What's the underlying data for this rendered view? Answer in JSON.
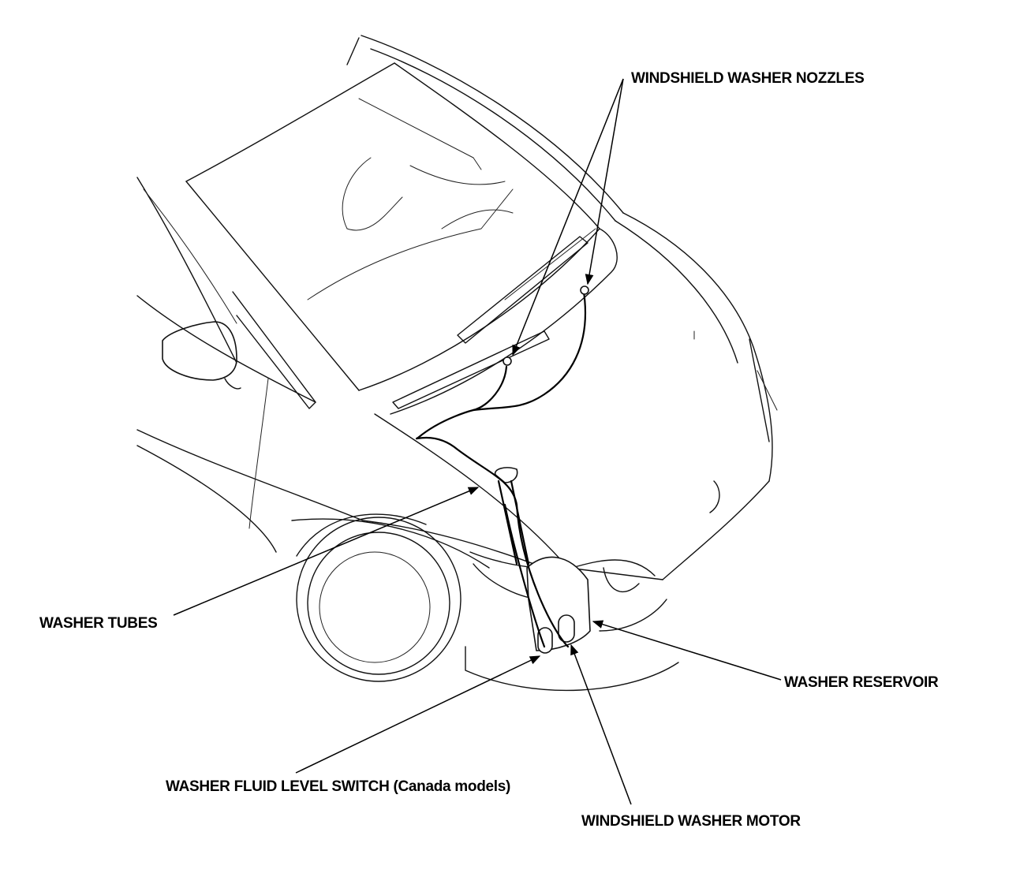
{
  "labels": {
    "nozzles": "WINDSHIELD WASHER NOZZLES",
    "tubes": "WASHER TUBES",
    "reservoir": "WASHER RESERVOIR",
    "level_switch": "WASHER FLUID LEVEL SWITCH (Canada models)",
    "motor": "WINDSHIELD WASHER MOTOR"
  },
  "colors": {
    "ink": "#000000",
    "paper": "#ffffff"
  }
}
